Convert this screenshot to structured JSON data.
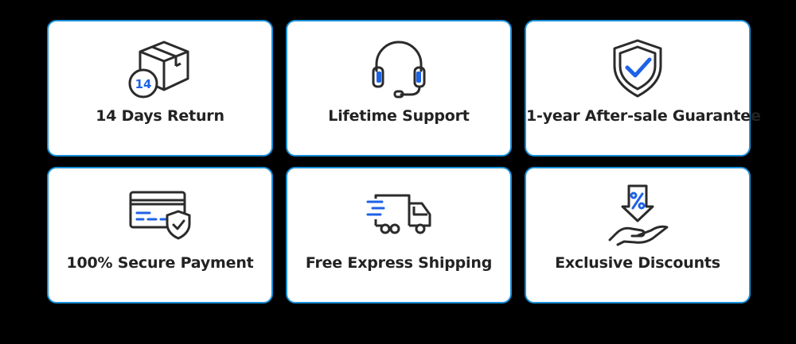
{
  "colors": {
    "background": "#000000",
    "card_background": "#ffffff",
    "card_border": "#1a90d9",
    "icon_stroke": "#2b2b2b",
    "icon_accent": "#1e63e6",
    "text": "#222222"
  },
  "features": [
    {
      "label": "14 Days Return",
      "icon": "package-return-icon",
      "badge": "14"
    },
    {
      "label": "Lifetime Support",
      "icon": "headset-icon"
    },
    {
      "label": "1-year After-sale Guarantee",
      "icon": "shield-check-icon"
    },
    {
      "label": "100% Secure Payment",
      "icon": "secure-card-icon"
    },
    {
      "label": "Free Express Shipping",
      "icon": "delivery-truck-icon"
    },
    {
      "label": "Exclusive Discounts",
      "icon": "discount-hand-icon"
    }
  ]
}
